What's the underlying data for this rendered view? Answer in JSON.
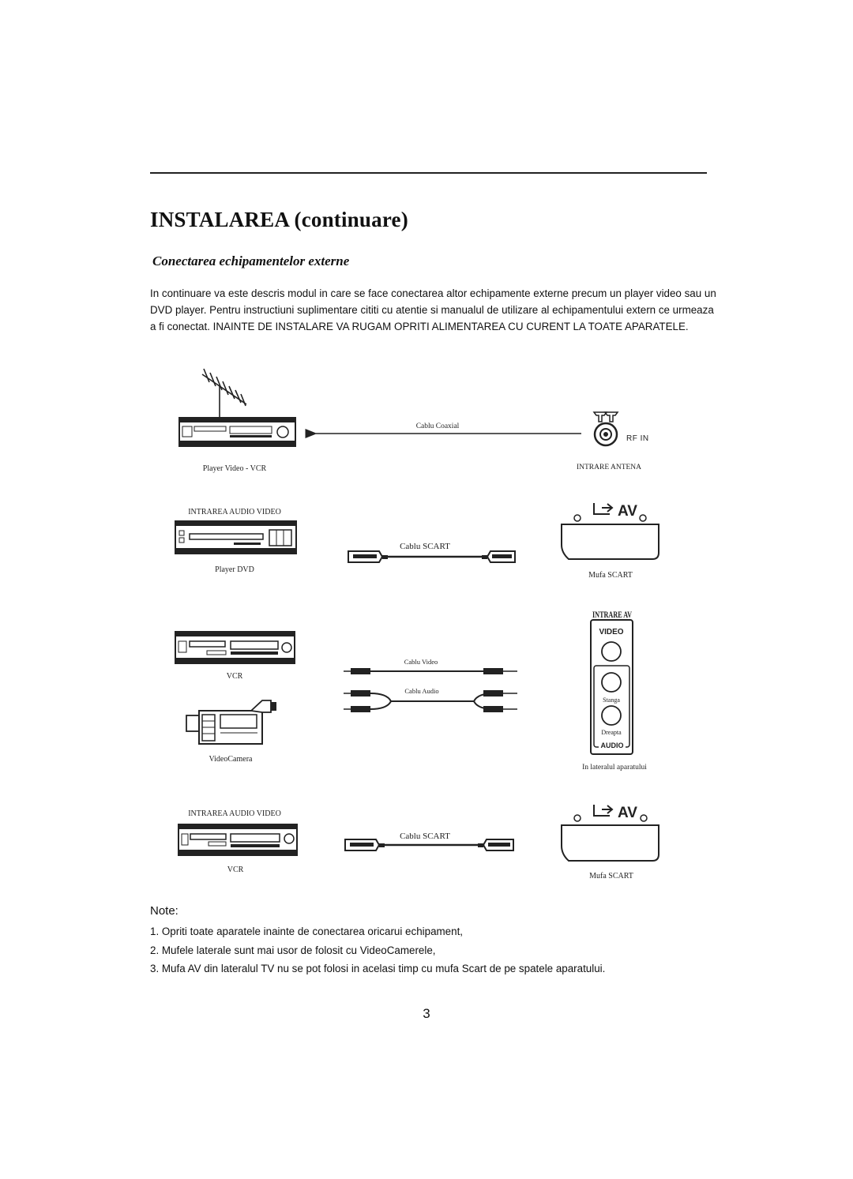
{
  "header": {
    "title": "INSTALAREA (continuare)",
    "subtitle": "Conectarea echipamentelor externe"
  },
  "intro": {
    "text": "In continuare va este descris modul in care se face conectarea altor echipamente externe precum un player video sau un DVD player. Pentru instructiuni suplimentare cititi cu atentie si manualul de utilizare al echipamentului extern ce urmeaza a fi conectat. INAINTE DE INSTALARE VA RUGAM OPRITI ALIMENTAREA CU CURENT LA TOATE APARATELE."
  },
  "diagram": {
    "row1": {
      "device_label": "Player Video - VCR",
      "cable_label": "Cablu Coaxial",
      "port_label": "INTRARE ANTENA",
      "rf_label": "RF IN"
    },
    "row2": {
      "section_label": "INTRAREA AUDIO VIDEO",
      "device_label": "Player DVD",
      "cable_label": "Cablu SCART",
      "port_icon_text": "AV",
      "port_label": "Mufa SCART"
    },
    "row3": {
      "vcr_label": "VCR",
      "camera_label": "VideoCamera",
      "video_cable_label": "Cablu Video",
      "audio_cable_label": "Cablu Audio",
      "panel_title": "INTRARE AV",
      "panel_video": "VIDEO",
      "panel_left": "Stanga",
      "panel_right": "Dreapta",
      "panel_audio": "AUDIO",
      "panel_caption": "In lateralul aparatului"
    },
    "row4": {
      "section_label": "INTRAREA AUDIO VIDEO",
      "device_label": "VCR",
      "cable_label": "Cablu SCART",
      "port_icon_text": "AV",
      "port_label": "Mufa SCART"
    }
  },
  "notes": {
    "title": "Note:",
    "items": [
      "1. Opriti toate aparatele inainte de conectarea oricarui echipament,",
      "2. Mufele laterale sunt mai usor de folosit cu VideoCamerele,",
      "3. Mufa AV din lateralul TV nu se pot folosi in acelasi timp cu mufa Scart de pe spatele aparatului."
    ]
  },
  "page_number": "3"
}
